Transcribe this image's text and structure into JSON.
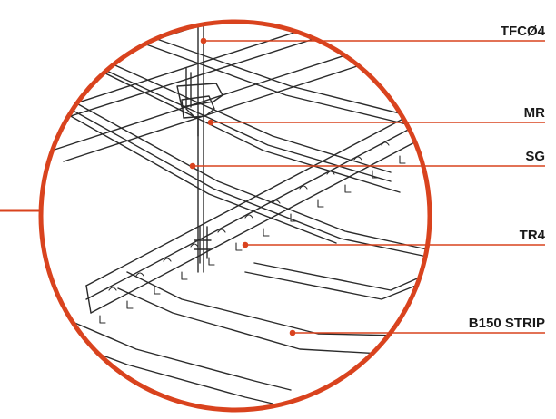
{
  "labels": {
    "tfc": "TFCØ4",
    "mr": "MR",
    "sg": "SG",
    "tr4": "TR4",
    "strip": "B150 STRIP"
  },
  "colors": {
    "accent": "#d9431e",
    "line": "#2b2b2b",
    "label_text": "#1a1a1a",
    "background": "#ffffff"
  }
}
